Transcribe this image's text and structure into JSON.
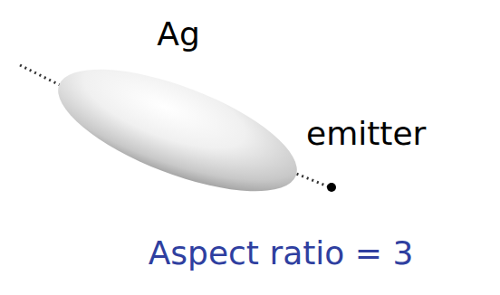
{
  "diagram": {
    "caption": "Aspect ratio = 3",
    "labels": [
      "Ag",
      "emitter"
    ]
  }
}
